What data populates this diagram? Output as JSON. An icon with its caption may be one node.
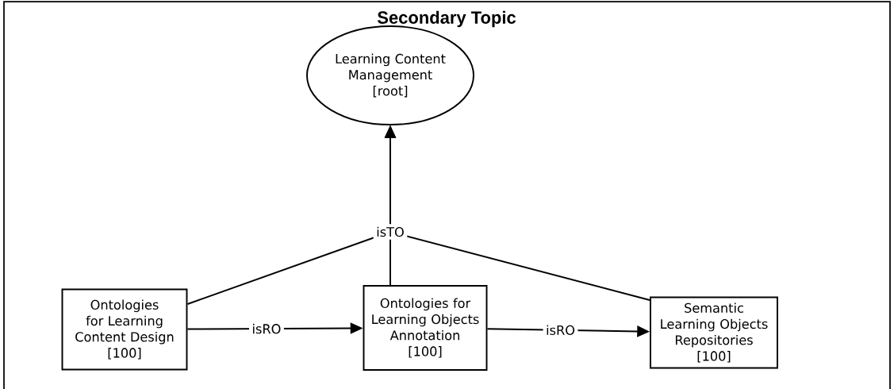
{
  "diagram": {
    "title": "Secondary Topic",
    "nodes": [
      {
        "text": [
          "Learning Content Management",
          "[root]"
        ]
      },
      {
        "text": [
          "Ontologies for Learning Content Design",
          "[100]"
        ]
      },
      {
        "text": [
          "Ontologies for Learning Objects Annotation",
          "[100]"
        ]
      },
      {
        "text": [
          "Semantic Learning Objects Repositories",
          "[100]"
        ]
      }
    ],
    "edges": [
      {
        "from": 1,
        "to": 0,
        "arrow": "to",
        "label": "isTO"
      },
      {
        "from": 2,
        "to": 0,
        "arrow": "to"
      },
      {
        "from": 3,
        "to": 0,
        "arrow": "to"
      },
      {
        "from": 1,
        "to": 2,
        "arrow": "to",
        "label": "isRO"
      },
      {
        "from": 2,
        "to": 3,
        "arrow": "to",
        "label": "isRO"
      }
    ]
  }
}
